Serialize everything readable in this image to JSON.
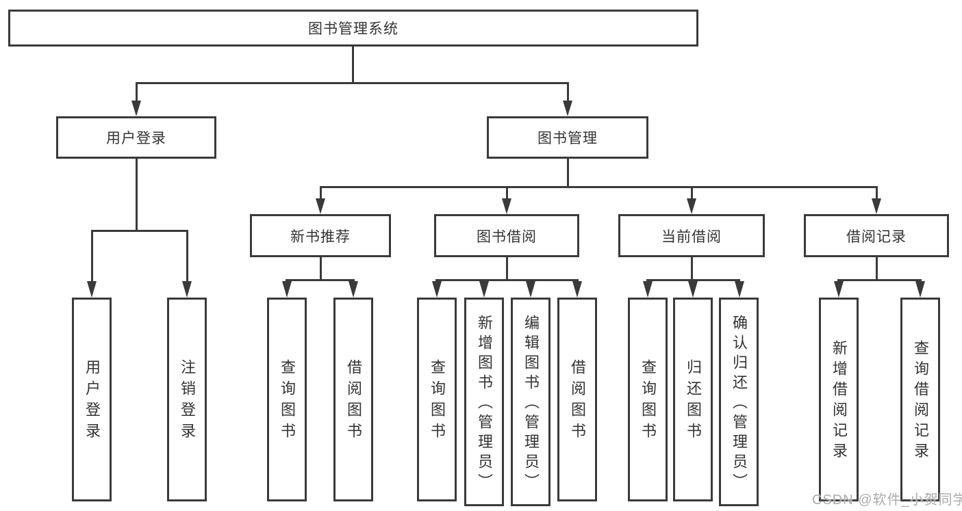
{
  "diagram_title": "图书管理系统",
  "nodes": {
    "root": {
      "label": "图书管理系统"
    },
    "user_login": {
      "label": "用户登录"
    },
    "book_management": {
      "label": "图书管理"
    },
    "new_book_recommend": {
      "label": "新书推荐"
    },
    "book_borrow": {
      "label": "图书借阅"
    },
    "current_borrow": {
      "label": "当前借阅"
    },
    "borrow_records": {
      "label": "借阅记录"
    },
    "leaf_user_login": {
      "label": "用户登录"
    },
    "leaf_logout": {
      "label": "注销登录"
    },
    "leaf_query_book_rec": {
      "label": "查询图书"
    },
    "leaf_borrow_book_rec": {
      "label": "借阅图书"
    },
    "leaf_query_book_borrow": {
      "label": "查询图书"
    },
    "leaf_add_book_admin": {
      "label": "新增图书（管理员）"
    },
    "leaf_edit_book_admin": {
      "label": "编辑图书（管理员）"
    },
    "leaf_borrow_book_borrow": {
      "label": "借阅图书"
    },
    "leaf_query_book_current": {
      "label": "查询图书"
    },
    "leaf_return_book": {
      "label": "归还图书"
    },
    "leaf_confirm_return_admin": {
      "label": "确认归还（管理员）"
    },
    "leaf_add_borrow_record": {
      "label": "新增借阅记录"
    },
    "leaf_query_borrow_record": {
      "label": "查询借阅记录"
    }
  },
  "hierarchy": {
    "图书管理系统": [
      "用户登录",
      "图书管理"
    ],
    "用户登录": [
      "用户登录",
      "注销登录"
    ],
    "图书管理": [
      "新书推荐",
      "图书借阅",
      "当前借阅",
      "借阅记录"
    ],
    "新书推荐": [
      "查询图书",
      "借阅图书"
    ],
    "图书借阅": [
      "查询图书",
      "新增图书（管理员）",
      "编辑图书（管理员）",
      "借阅图书"
    ],
    "当前借阅": [
      "查询图书",
      "归还图书",
      "确认归还（管理员）"
    ],
    "借阅记录": [
      "新增借阅记录",
      "查询借阅记录"
    ]
  },
  "watermark": {
    "text": "CSDN @软件_小贺同学"
  },
  "colors": {
    "line": "#3a3a3a",
    "box_border": "#3a3a3a",
    "text": "#333333",
    "background": "#ffffff",
    "watermark": "#ababab"
  }
}
